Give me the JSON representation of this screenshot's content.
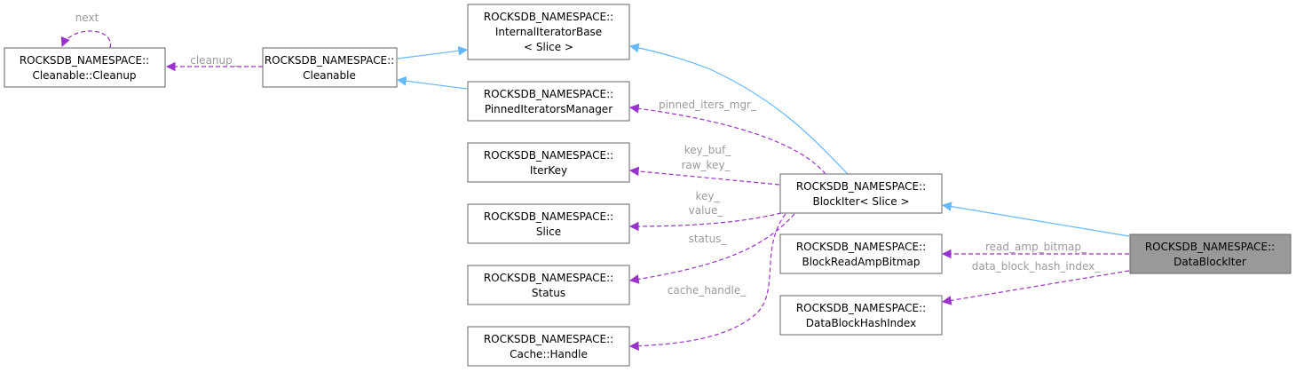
{
  "nodes": {
    "cleanup": {
      "line1": "ROCKSDB_NAMESPACE::",
      "line2": "Cleanable::Cleanup"
    },
    "cleanable": {
      "line1": "ROCKSDB_NAMESPACE::",
      "line2": "Cleanable"
    },
    "internal_iterator_base": {
      "line1": "ROCKSDB_NAMESPACE::",
      "line2": "InternalIteratorBase",
      "line3": "< Slice >"
    },
    "pinned_iterators_manager": {
      "line1": "ROCKSDB_NAMESPACE::",
      "line2": "PinnedIteratorsManager"
    },
    "iter_key": {
      "line1": "ROCKSDB_NAMESPACE::",
      "line2": "IterKey"
    },
    "slice": {
      "line1": "ROCKSDB_NAMESPACE::",
      "line2": "Slice"
    },
    "status": {
      "line1": "ROCKSDB_NAMESPACE::",
      "line2": "Status"
    },
    "cache_handle": {
      "line1": "ROCKSDB_NAMESPACE::",
      "line2": "Cache::Handle"
    },
    "block_iter": {
      "line1": "ROCKSDB_NAMESPACE::",
      "line2": "BlockIter< Slice >"
    },
    "block_read_amp_bitmap": {
      "line1": "ROCKSDB_NAMESPACE::",
      "line2": "BlockReadAmpBitmap"
    },
    "data_block_hash_index": {
      "line1": "ROCKSDB_NAMESPACE::",
      "line2": "DataBlockHashIndex"
    },
    "data_block_iter": {
      "line1": "ROCKSDB_NAMESPACE::",
      "line2": "DataBlockIter"
    }
  },
  "edge_labels": {
    "next": "next",
    "cleanup": "cleanup_",
    "pinned_iters_mgr": "pinned_iters_mgr_",
    "key_buf": "key_buf_",
    "raw_key": "raw_key_",
    "key": "key_",
    "value": "value_",
    "status": "status_",
    "cache_handle": "cache_handle_",
    "read_amp_bitmap": "read_amp_bitmap_",
    "data_block_hash_index": "data_block_hash_index_"
  },
  "colors": {
    "inheritance_edge": "#63b8ff",
    "member_edge": "#9a32cd",
    "highlight_node": "#999999"
  }
}
